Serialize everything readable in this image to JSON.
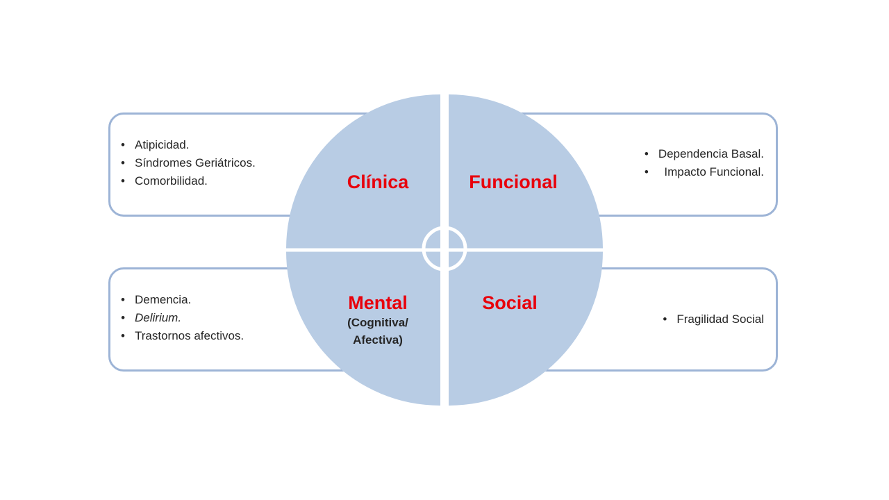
{
  "quadrants": {
    "clinica": {
      "title": "Clínica",
      "items": [
        "Atipicidad.",
        "Síndromes Geriátricos.",
        "Comorbilidad."
      ]
    },
    "funcional": {
      "title": "Funcional",
      "items": [
        "Dependencia Basal.",
        "Impacto Funcional."
      ]
    },
    "mental": {
      "title": "Mental",
      "subtitle_line1": "(Cognitiva/",
      "subtitle_line2": "Afectiva)",
      "items": [
        "Demencia.",
        "Delirium.",
        "Trastornos afectivos."
      ]
    },
    "social": {
      "title": "Social",
      "items": [
        "Fragilidad Social"
      ]
    }
  },
  "colors": {
    "wheel_fill": "#b8cce4",
    "box_border": "#9db4d6",
    "title_red": "#e8000b",
    "text": "#262626"
  }
}
